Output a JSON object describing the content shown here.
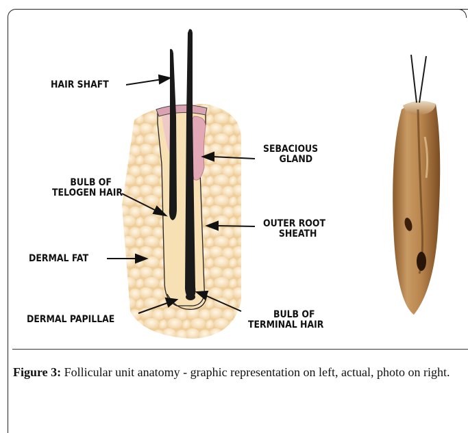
{
  "diagram": {
    "labels": {
      "hair_shaft": "HAIR SHAFT",
      "sebaceous_1": "SEBACIOUS",
      "sebaceous_2": "GLAND",
      "telogen_1": "BULB OF",
      "telogen_2": "TELOGEN HAIR",
      "outer_root_1": "OUTER ROOT",
      "outer_root_2": "SHEATH",
      "dermal_fat": "DERMAL FAT",
      "dermal_papillae": "DERMAL PAPILLAE",
      "terminal_1": "BULB OF",
      "terminal_2": "TERMINAL HAIR"
    }
  },
  "caption": {
    "label": "Figure 3:",
    "text": " Follicular unit anatomy - graphic representation on left, actual, photo on right."
  },
  "colors": {
    "fat": "#f3dcb0",
    "fat_cell": "#fdf0d6",
    "gland": "#e8b9c3",
    "hair": "#1a1a1a",
    "photo_body": "#b8844f"
  }
}
